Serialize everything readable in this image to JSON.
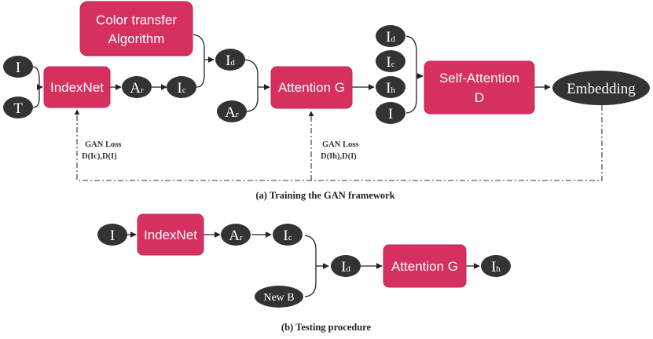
{
  "training": {
    "caption": "(a) Training the GAN framework",
    "color_transfer_line1": "Color transfer",
    "color_transfer_line2": "Algorithm",
    "indexnet": "IndexNet",
    "attention_g": "Attention G",
    "self_attention_line1": "Self-Attention",
    "self_attention_line2": "D",
    "embedding": "Embedding",
    "input_i": "I",
    "input_t": "T",
    "ar": {
      "base": "A",
      "sub": "r"
    },
    "ic": {
      "base": "I",
      "sub": "c"
    },
    "id": {
      "base": "I",
      "sub": "d"
    },
    "ar2": {
      "base": "A",
      "sub": "r"
    },
    "d_id": {
      "base": "I",
      "sub": "d"
    },
    "d_ic": {
      "base": "I",
      "sub": "c"
    },
    "d_ih": {
      "base": "I",
      "sub": "h"
    },
    "d_i": "I",
    "loss1_line1": "GAN Loss",
    "loss1_line2": "D(Ic),D(I)",
    "loss2_line1": "GAN Loss",
    "loss2_line2": "D(Ih),D(I)"
  },
  "testing": {
    "caption": "(b) Testing procedure",
    "input_i": "I",
    "indexnet": "IndexNet",
    "ar": {
      "base": "A",
      "sub": "r"
    },
    "ic": {
      "base": "I",
      "sub": "c"
    },
    "id": {
      "base": "I",
      "sub": "d"
    },
    "new_b": "New B",
    "attention_g": "Attention G",
    "ih": {
      "base": "I",
      "sub": "h"
    }
  }
}
